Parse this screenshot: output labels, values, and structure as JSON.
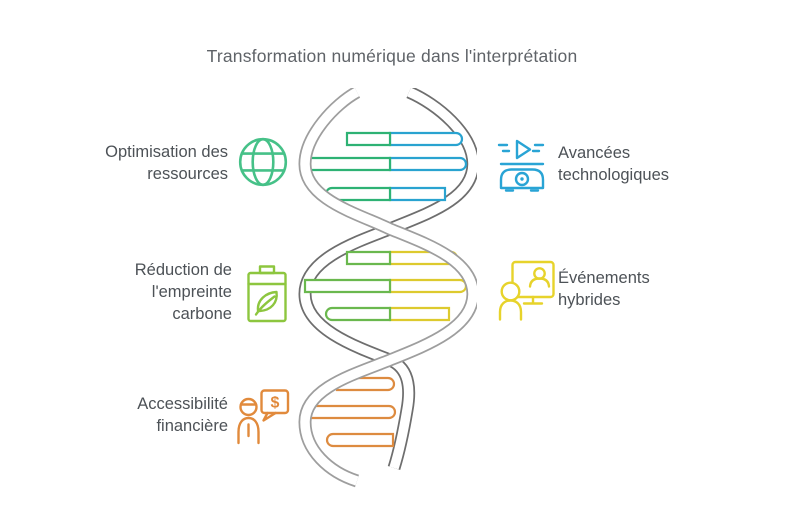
{
  "title": "Transformation numérique dans l'interprétation",
  "left_items": [
    {
      "label": "Optimisation des\nressources",
      "icon": "globe-icon",
      "color": "#46c188"
    },
    {
      "label": "Réduction de\nl'empreinte\ncarbone",
      "icon": "battery-leaf-icon",
      "color": "#8dc63f"
    },
    {
      "label": "Accessibilité\nfinancière",
      "icon": "money-chat-person-icon",
      "color": "#e18a3c",
      "bubble_symbol": "$"
    }
  ],
  "right_items": [
    {
      "label": "Avancées\ntechnologiques",
      "icon": "projector-video-icon",
      "color": "#29a4d5"
    },
    {
      "label": "Événements\nhybrides",
      "icon": "hybrid-person-screen-icon",
      "color": "#e7d32b"
    }
  ],
  "helix": {
    "strand_front_color": "#9e9e9e",
    "strand_back_color": "#6e6e6e",
    "sections": [
      {
        "left_color": "#2eb274",
        "right_color": "#29a3d0"
      },
      {
        "left_color": "#6ab84e",
        "right_color": "#ddca2e"
      },
      {
        "left_color": "#dd8b40",
        "right_color": "#dd8b40"
      }
    ]
  },
  "colors": {
    "title_text": "#5f6368",
    "label_text": "#4d5257"
  }
}
